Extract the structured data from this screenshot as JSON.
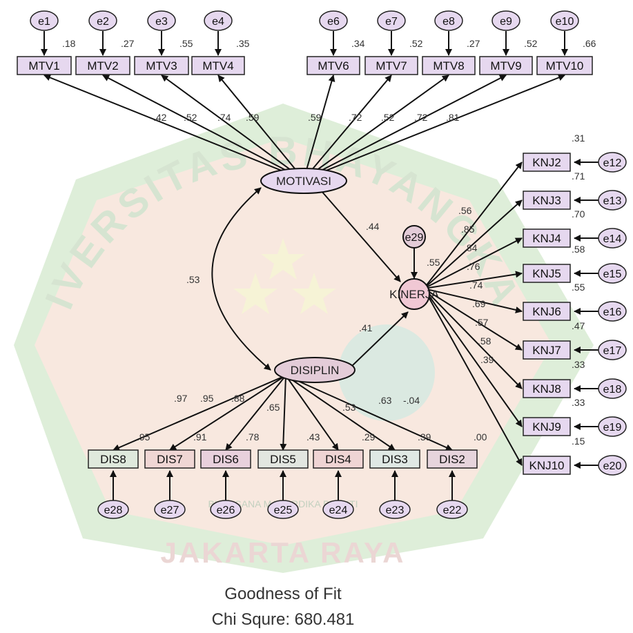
{
  "colors": {
    "watermark_outer": "#b9dcb0",
    "watermark_inner": "#f3d6c8",
    "watermark_text": "#c5d8c0",
    "watermark_star": "#f3f1d2",
    "watermark_bottom": "#e3c2c0",
    "motivation_fill": "#e6d8ef",
    "discipline_fill": "#e3ccd8",
    "performance_fill": "#f0c8d4",
    "box_stroke": "#222222",
    "line": "#111111"
  },
  "watermark": {
    "arc_text": "UNIVERSITAS BHAYANGKARA",
    "bottom_text": "JAKARTA RAYA",
    "motto": "BIJAKSANA MAHARDIKA BHAKTI"
  },
  "latents": {
    "motivation": "MOTIVASI",
    "discipline": "DISIPLIN",
    "performance": "KINERJA"
  },
  "motivation_items": [
    {
      "box": "MTV1",
      "error": "e1",
      "r2": ".18",
      "loading": ".42"
    },
    {
      "box": "MTV2",
      "error": "e2",
      "r2": ".27",
      "loading": ".52"
    },
    {
      "box": "MTV3",
      "error": "e3",
      "r2": ".55",
      "loading": ".74"
    },
    {
      "box": "MTV4",
      "error": "e4",
      "r2": ".35",
      "loading": ".59"
    },
    {
      "box": "MTV6",
      "error": "e6",
      "r2": ".34",
      "loading": ".59"
    },
    {
      "box": "MTV7",
      "error": "e7",
      "r2": ".52",
      "loading": ".72"
    },
    {
      "box": "MTV8",
      "error": "e8",
      "r2": ".27",
      "loading": ".52"
    },
    {
      "box": "MTV9",
      "error": "e9",
      "r2": ".52",
      "loading": ".72"
    },
    {
      "box": "MTV10",
      "error": "e10",
      "r2": ".66",
      "loading": ".81"
    }
  ],
  "performance_items": [
    {
      "box": "KNJ2",
      "error": "e12",
      "r2": ".31",
      "loading": ".56"
    },
    {
      "box": "KNJ3",
      "error": "e13",
      "r2": ".71",
      "loading": ".85"
    },
    {
      "box": "KNJ4",
      "error": "e14",
      "r2": ".70",
      "loading": ".84"
    },
    {
      "box": "KNJ5",
      "error": "e15",
      "r2": ".58",
      "loading": ".76"
    },
    {
      "box": "KNJ6",
      "error": "e16",
      "r2": ".55",
      "loading": ".74"
    },
    {
      "box": "KNJ7",
      "error": "e17",
      "r2": ".47",
      "loading": ".69"
    },
    {
      "box": "KNJ8",
      "error": "e18",
      "r2": ".33",
      "loading": ".57"
    },
    {
      "box": "KNJ9",
      "error": "e19",
      "r2": ".33",
      "loading": ".58"
    },
    {
      "box": "KNJ10",
      "error": "e20",
      "r2": ".15",
      "loading": ".39"
    }
  ],
  "discipline_items": [
    {
      "box": "DIS8",
      "error": "e28",
      "r2": ".95",
      "loading": ".97"
    },
    {
      "box": "DIS7",
      "error": "e27",
      "r2": ".91",
      "loading": ".95"
    },
    {
      "box": "DIS6",
      "error": "e26",
      "r2": ".78",
      "loading": ".88"
    },
    {
      "box": "DIS5",
      "error": "e25",
      "r2": ".43",
      "loading": ".65"
    },
    {
      "box": "DIS4",
      "error": "e24",
      "r2": ".29",
      "loading": ".53"
    },
    {
      "box": "DIS3",
      "error": "e23",
      "r2": ".39",
      "loading": ".63"
    },
    {
      "box": "DIS2",
      "error": "e22",
      "r2": ".00",
      "loading": "-.04"
    }
  ],
  "structural": {
    "corr_motivation_discipline": ".53",
    "path_motivation_performance": ".44",
    "path_discipline_performance": ".41",
    "performance_r2": ".55",
    "performance_error": "e29"
  },
  "footer": {
    "title": "Goodness of Fit",
    "chi_square": "Chi Squre: 680.481"
  }
}
